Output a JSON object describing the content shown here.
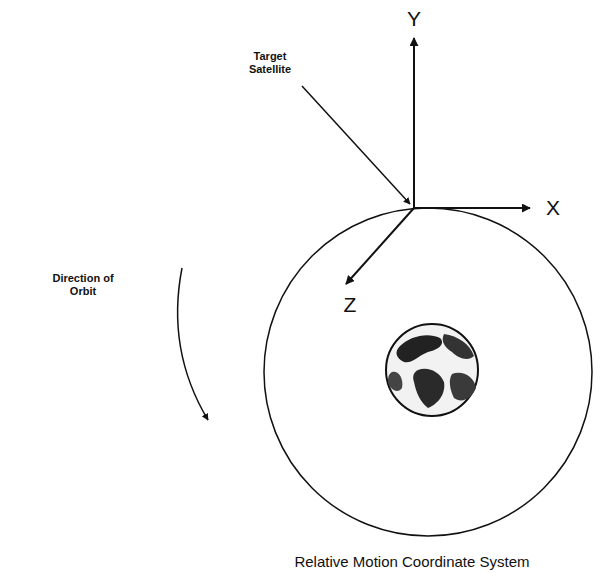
{
  "diagram": {
    "caption": "Relative Motion Coordinate System",
    "labels": [
      "Target Satellite",
      "Direction of Orbit",
      "Y",
      "X",
      "Z"
    ]
  }
}
